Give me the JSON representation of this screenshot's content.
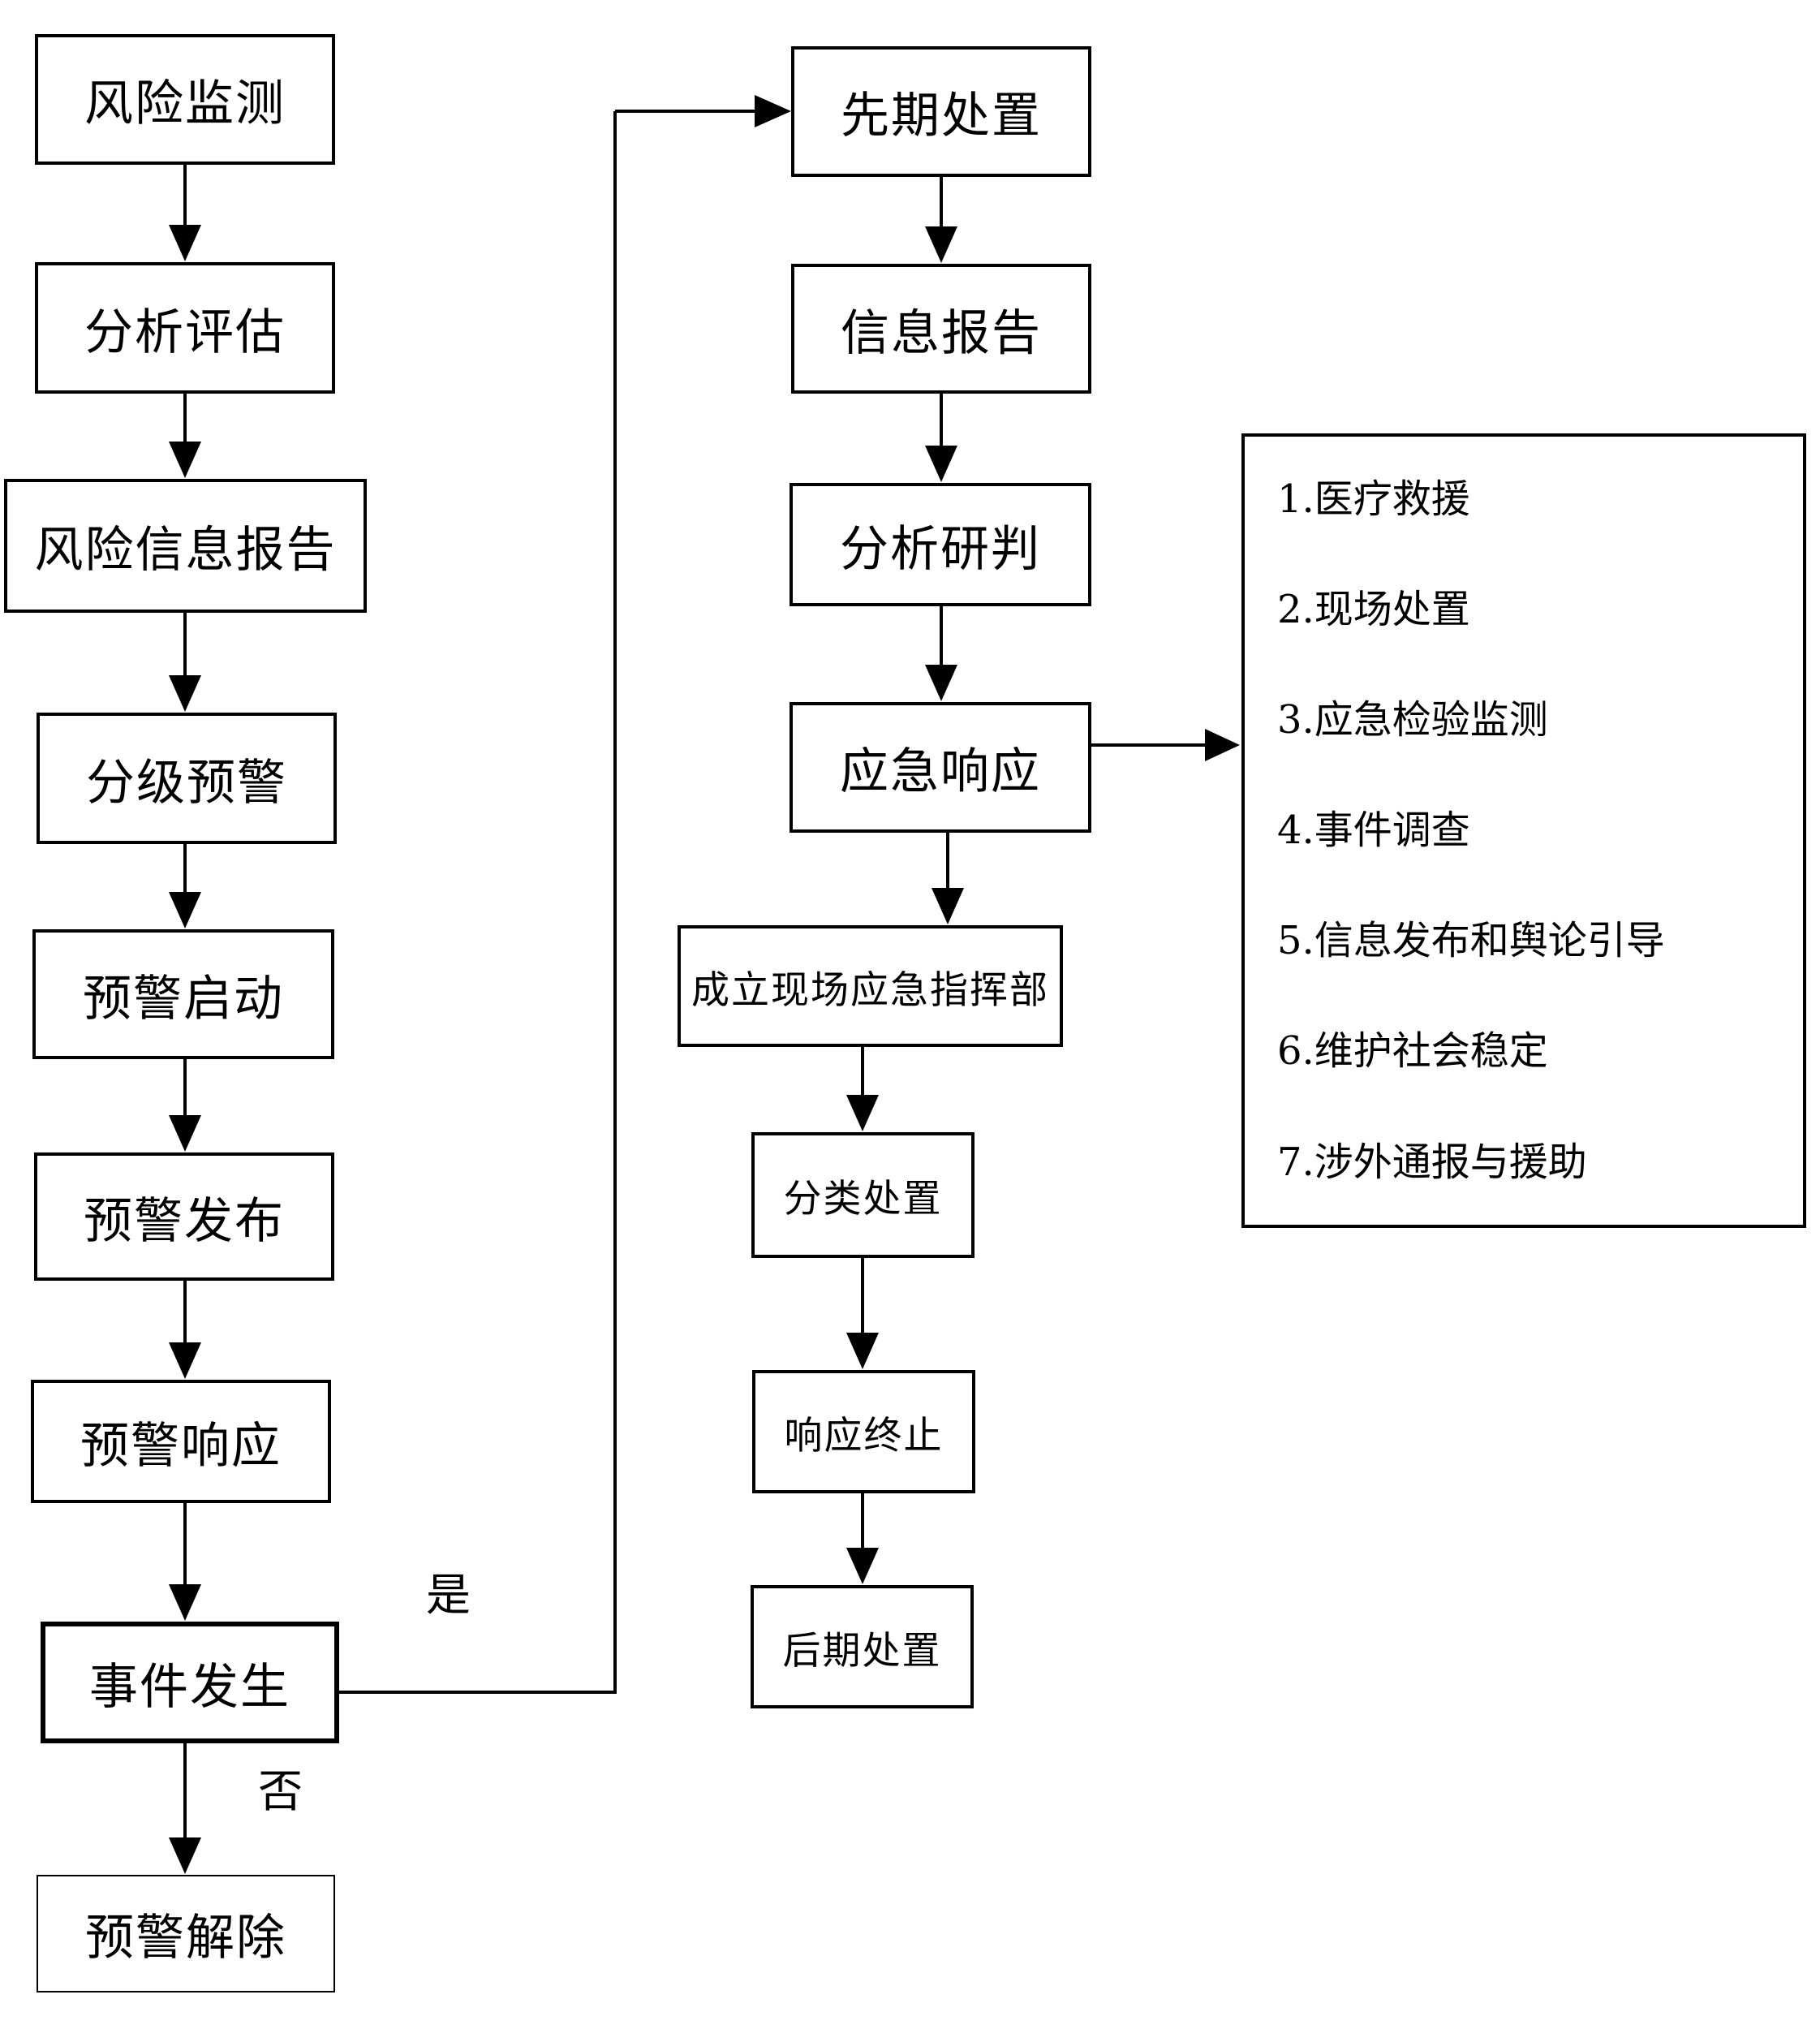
{
  "colors": {
    "ink": "#000000",
    "background": "#ffffff"
  },
  "nodes": {
    "risk_monitoring": {
      "label": "风险监测"
    },
    "analysis_evaluation": {
      "label": "分析评估"
    },
    "risk_info_report": {
      "label": "风险信息报告"
    },
    "graded_warning": {
      "label": "分级预警"
    },
    "warning_activation": {
      "label": "预警启动"
    },
    "warning_issue": {
      "label": "预警发布"
    },
    "warning_response": {
      "label": "预警响应"
    },
    "event_occurrence": {
      "label": "事件发生"
    },
    "warning_lift": {
      "label": "预警解除"
    },
    "initial_disposal": {
      "label": "先期处置"
    },
    "info_report": {
      "label": "信息报告"
    },
    "analysis_judgment": {
      "label": "分析研判"
    },
    "emergency_response": {
      "label": "应急响应"
    },
    "onsite_command": {
      "label": "成立现场应急指挥部"
    },
    "classified_disposal": {
      "label": "分类处置"
    },
    "response_termination": {
      "label": "响应终止"
    },
    "later_disposal": {
      "label": "后期处置"
    }
  },
  "labels": {
    "yes": "是",
    "no": "否"
  },
  "side_panel": {
    "items": [
      {
        "label": "1.医疗救援"
      },
      {
        "label": "2.现场处置"
      },
      {
        "label": "3.应急检验监测"
      },
      {
        "label": "4.事件调查"
      },
      {
        "label": "5.信息发布和舆论引导"
      },
      {
        "label": "6.维护社会稳定"
      },
      {
        "label": "7.涉外通报与援助"
      }
    ]
  }
}
